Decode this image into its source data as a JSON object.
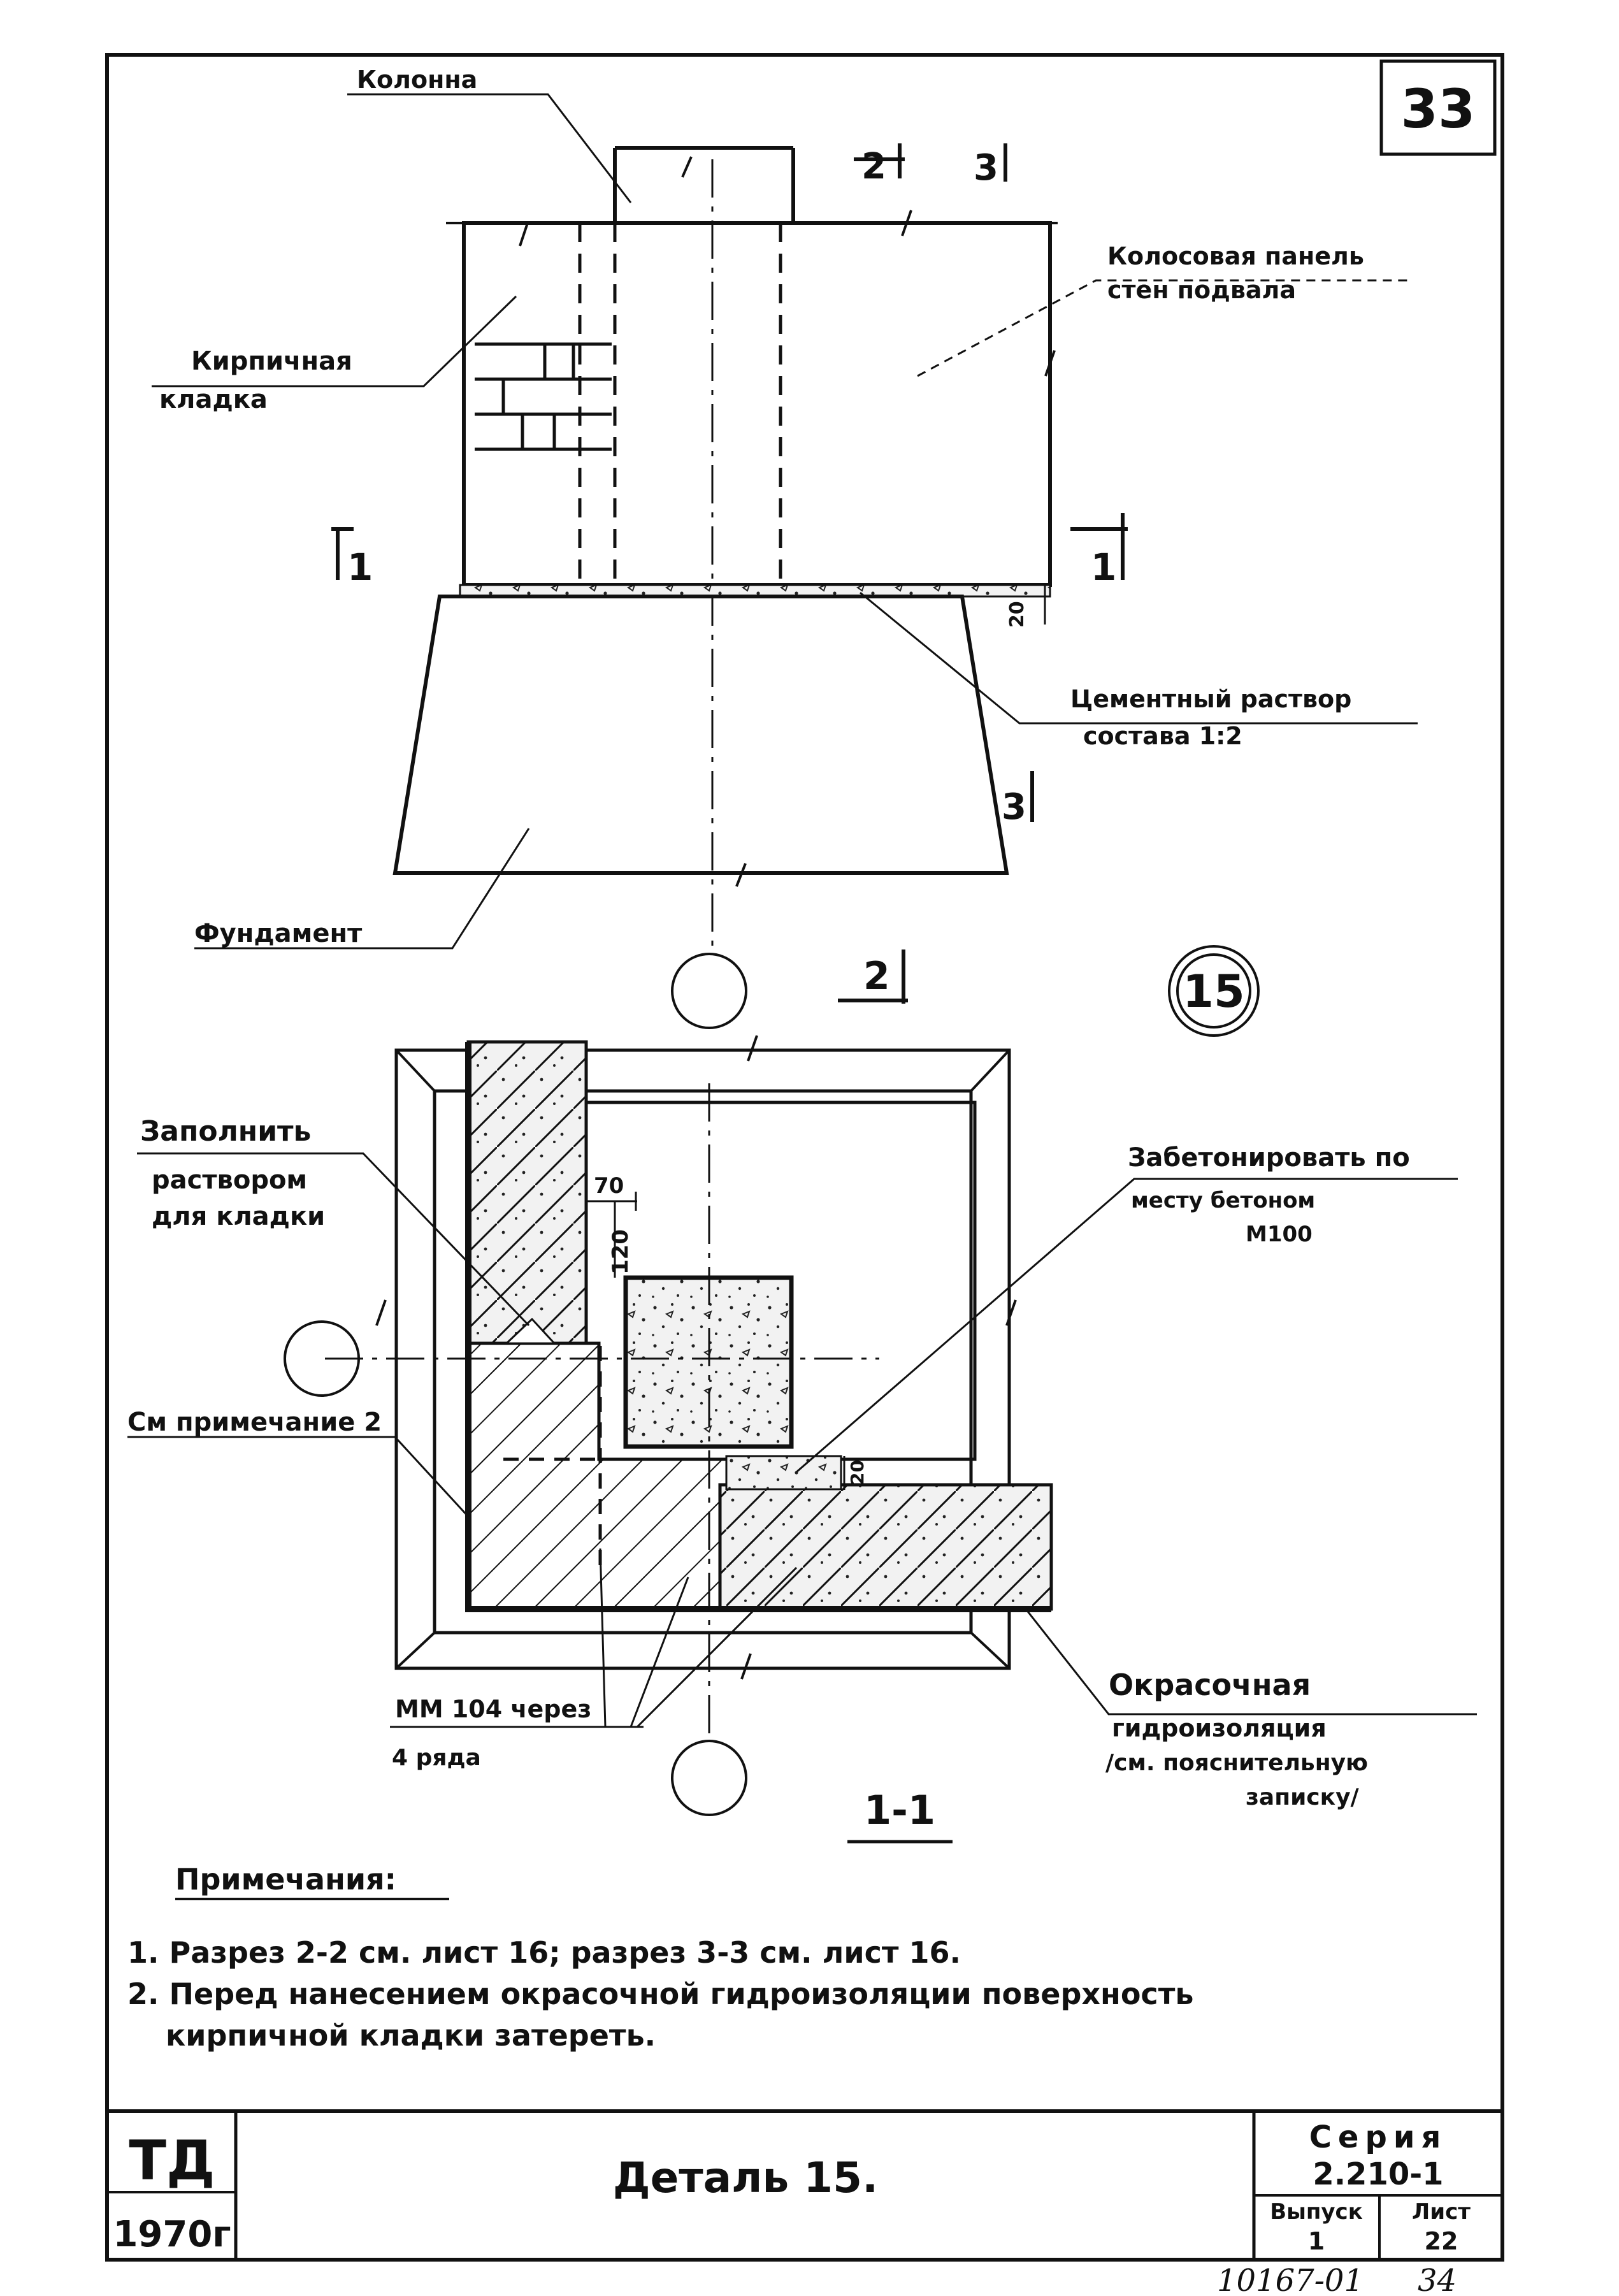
{
  "sheet_corner_number": "33",
  "top_view": {
    "label_column": "Колонна",
    "label_panel_line1": "Колосовая панель",
    "label_panel_line2": "стен подвала",
    "label_brick_line1": "Кирпичная",
    "label_brick_line2": "кладка",
    "label_mortar_line1": "Цементный раствор",
    "label_mortar_line2": "состава 1:2",
    "label_foundation": "Фундамент",
    "section_mark_1_left": "1",
    "section_mark_1_right": "1",
    "section_mark_2_top": "2",
    "section_mark_3_top": "3",
    "section_mark_3_side": "3",
    "dim_joint": "20"
  },
  "plan_view": {
    "section_mark_2": "2",
    "detail_number": "15",
    "label_fill_line1": "Заполнить",
    "label_fill_line2": "раствором",
    "label_fill_line3": "для кладки",
    "label_concrete_line1": "Забетонировать по",
    "label_concrete_line2": "месту бетоном",
    "label_concrete_line3": "М100",
    "label_see_note": "См примечание 2",
    "label_mesh_line1": "ММ 104 через",
    "label_mesh_line2": "4 ряда",
    "label_paint_line1": "Окрасочная",
    "label_paint_line2": "гидроизоляция",
    "label_paint_line3": "/см. пояснительную",
    "label_paint_line4": "записку/",
    "dim_70": "70",
    "dim_120": "120",
    "dim_20": "20",
    "section_title": "1-1"
  },
  "notes": {
    "heading": "Примечания:",
    "note_1": "1. Разрез 2-2 см. лист 16; разрез 3-3 см. лист 16.",
    "note_2a": "2. Перед нанесением окрасочной гидроизоляции поверхность",
    "note_2b": "кирпичной кладки затереть."
  },
  "title_block": {
    "org": "ТД",
    "year": "1970г",
    "title": "Деталь 15.",
    "series_label": "Серия",
    "series_value": "2.210-1",
    "issue_label": "Выпуск",
    "issue_value": "1",
    "sheet_label": "Лист",
    "sheet_value": "22"
  },
  "stamp_archive": "10167-01",
  "stamp_page": "34"
}
